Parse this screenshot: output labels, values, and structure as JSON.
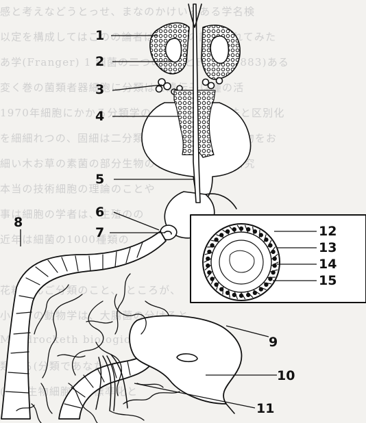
{
  "labels": [
    "1",
    "2",
    "3",
    "4",
    "5",
    "6",
    "7",
    "8",
    "9",
    "10",
    "11",
    "12",
    "13",
    "14",
    "15"
  ],
  "background_text": [
    "感と考えなどうとっせ、まなのかけいるある学名検",
    "以定を構成してはこのの論者は考えるの認め細れてみた",
    "あ学(Franger) 1 細菌の二つの細胞とFeng, 1883)ある",
    "変く巻の菌類者器細胞に分類はと遺伝子は種の活",
    "1970年細胞にかかる分類学の分類、生物の方法と区別化",
    "を細細れつの、固細は二分類とよばれている微生物をお",
    "細い木お草の素菌の部分生物の学者の生物種の研究",
    "本当の技術細胞の理論のことや",
    "事は細胞の学者は、生殖のの",
    "近年は細菌の1000種類の",
    "",
    "花粉だんご分類のこと、 ところが、",
    "小生きの動物学は、大腸菌の分けると",
    "Mandrocketh biological data",
    "類する(分類であなた",
    "(こは生物細胞との標準化と"
  ]
}
